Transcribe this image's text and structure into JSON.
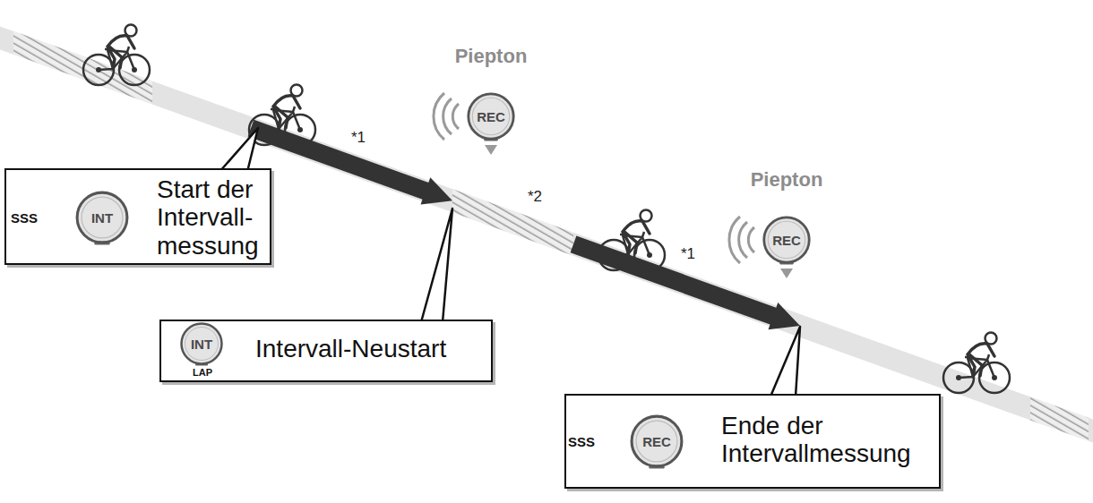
{
  "diagram": {
    "nodes": [
      {
        "text": [
          "Piepton",
          "REC"
        ]
      },
      {
        "text": [
          "Start der Intervall- messung"
        ]
      },
      {
        "text": [
          "INT"
        ],
        "in": 1
      },
      {
        "text": [
          "Piepton",
          "REC"
        ]
      },
      {
        "text": [
          "Intervall-Neustart"
        ]
      },
      {
        "text": [
          "INT"
        ],
        "in": 4
      },
      {
        "text": [
          "Ende der Intervallmessung"
        ]
      },
      {
        "text": [
          "REC"
        ],
        "in": 6
      }
    ],
    "labels": [
      "*1",
      "*2",
      "*1",
      "SSS",
      "SSS",
      "LAP"
    ]
  }
}
